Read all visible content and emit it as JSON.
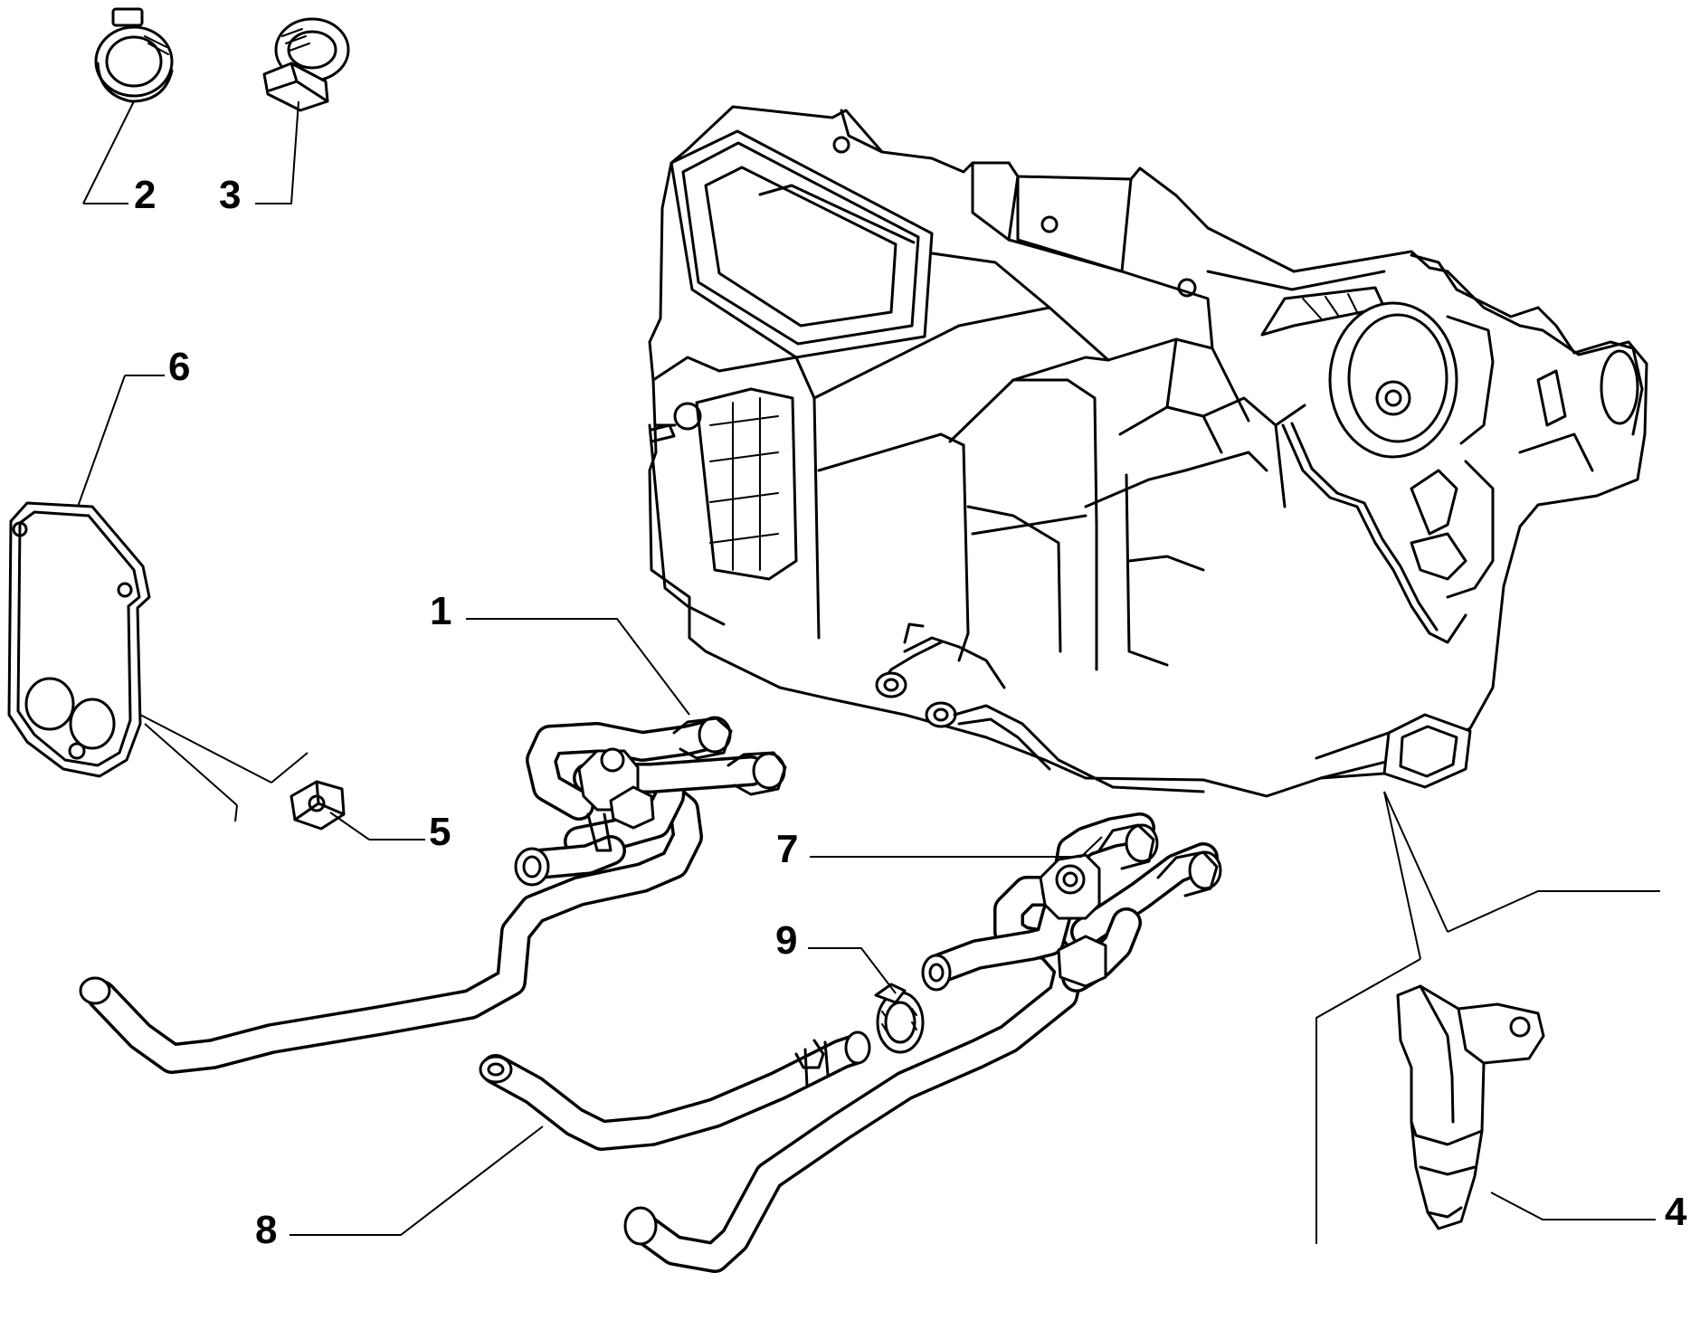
{
  "callouts": {
    "c1": "1",
    "c2": "2",
    "c3": "3",
    "c4": "4",
    "c5": "5",
    "c6": "6",
    "c7": "7",
    "c8": "8",
    "c9": "9"
  },
  "parts": [
    {
      "ref": "1",
      "name": "heater-hose-assembly-left"
    },
    {
      "ref": "2",
      "name": "hose-clamp"
    },
    {
      "ref": "3",
      "name": "hose-clamp-with-screw"
    },
    {
      "ref": "4",
      "name": "drain-elbow"
    },
    {
      "ref": "5",
      "name": "nut"
    },
    {
      "ref": "6",
      "name": "gasket-plate"
    },
    {
      "ref": "7",
      "name": "heater-hose-assembly-right"
    },
    {
      "ref": "8",
      "name": "connecting-hose"
    },
    {
      "ref": "9",
      "name": "hose-clamp-small"
    }
  ],
  "colors": {
    "line": "#000000",
    "background": "#ffffff"
  }
}
